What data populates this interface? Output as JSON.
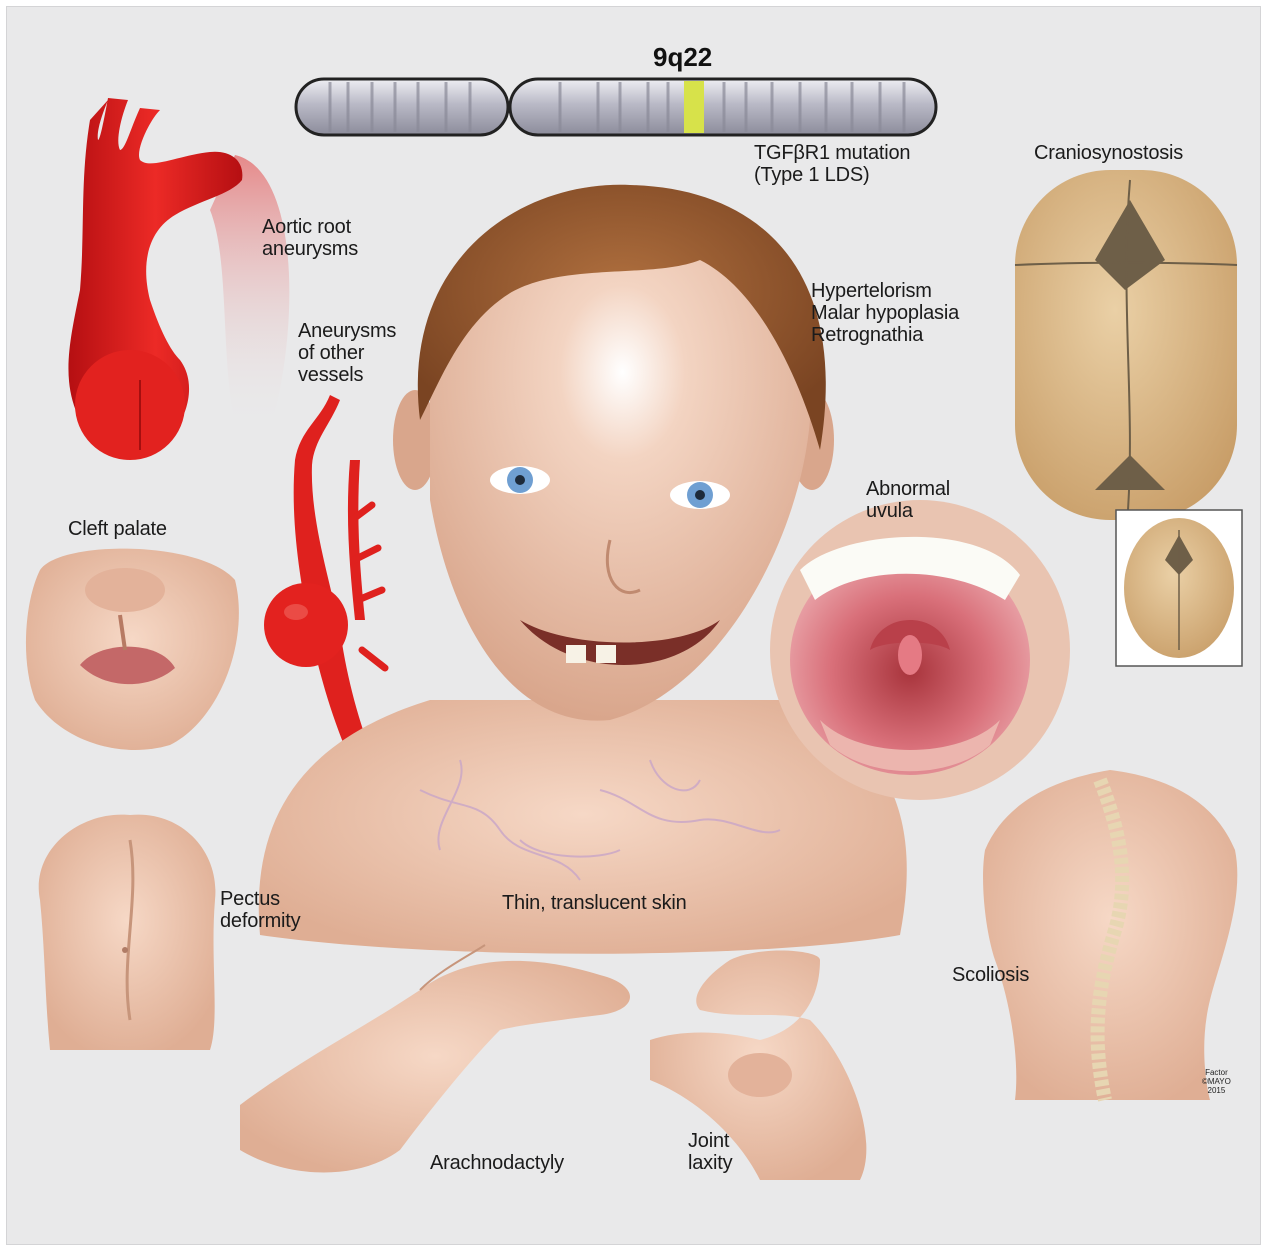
{
  "chromosome": {
    "band": "9q22",
    "mutation_line1": "TGFβR1 mutation",
    "mutation_line2": "(Type 1 LDS)",
    "highlight_color": "#d7e24a"
  },
  "labels": {
    "aortic_root": [
      "Aortic root",
      "aneurysms"
    ],
    "other_vessels": [
      "Aneurysms",
      "of other",
      "vessels"
    ],
    "facial": [
      "Hypertelorism",
      "Malar hypoplasia",
      "Retrognathia"
    ],
    "craniosynostosis": "Craniosynostosis",
    "abnormal_uvula": [
      "Abnormal",
      "uvula"
    ],
    "cleft_palate": "Cleft palate",
    "pectus": [
      "Pectus",
      "deformity"
    ],
    "skin": "Thin, translucent skin",
    "scoliosis": "Scoliosis",
    "arachnodactyly": "Arachnodactyly",
    "joint_laxity": [
      "Joint",
      "laxity"
    ]
  },
  "credit": [
    "Factor",
    "©MAYO",
    "2015"
  ],
  "colors": {
    "artery": "#e0201f",
    "skin": "#efc6ae",
    "bone": "#d9b684",
    "background": "#e9e9ea"
  }
}
